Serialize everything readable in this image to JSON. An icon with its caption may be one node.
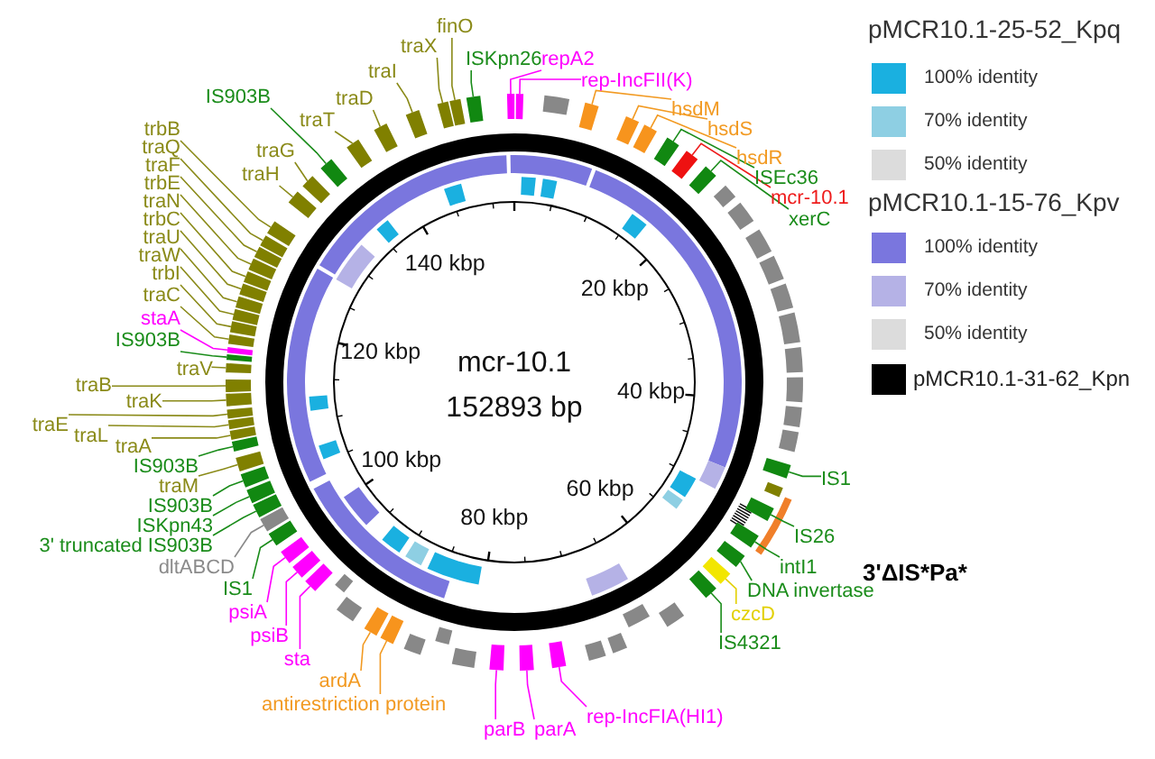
{
  "diagram": {
    "nodes": [
      {
        "text": [
          "finO"
        ]
      },
      {
        "text": [
          "traX"
        ]
      },
      {
        "text": [
          "ISKpn26"
        ]
      },
      {
        "text": [
          "repA2"
        ]
      },
      {
        "text": [
          "rep-IncFII(K)"
        ]
      },
      {
        "text": [
          "hsdM"
        ]
      },
      {
        "text": [
          "hsdS"
        ]
      },
      {
        "text": [
          "hsdR"
        ]
      },
      {
        "text": [
          "ISEc36"
        ]
      },
      {
        "text": [
          "mcr-10.1"
        ]
      },
      {
        "text": [
          "xerC"
        ]
      },
      {
        "text": [
          "IS1"
        ]
      },
      {
        "text": [
          "IS26"
        ]
      },
      {
        "text": [
          "intI1"
        ]
      },
      {
        "text": [
          "DNA invertase"
        ]
      },
      {
        "text": [
          "czcD"
        ]
      },
      {
        "text": [
          "IS4321"
        ]
      },
      {
        "text": [
          "rep-IncFIA(HI1)"
        ]
      },
      {
        "text": [
          "parA"
        ]
      },
      {
        "text": [
          "parB"
        ]
      },
      {
        "text": [
          "antirestriction protein"
        ]
      },
      {
        "text": [
          "ardA"
        ]
      },
      {
        "text": [
          "sta"
        ]
      },
      {
        "text": [
          "psiB"
        ]
      },
      {
        "text": [
          "psiA"
        ]
      },
      {
        "text": [
          "IS1"
        ]
      },
      {
        "text": [
          "dltABCD"
        ]
      },
      {
        "text": [
          "3' truncated IS903B"
        ]
      },
      {
        "text": [
          "ISKpn43"
        ]
      },
      {
        "text": [
          "IS903B"
        ]
      },
      {
        "text": [
          "traM"
        ]
      },
      {
        "text": [
          "IS903B"
        ]
      },
      {
        "text": [
          "traA"
        ]
      },
      {
        "text": [
          "traL"
        ]
      },
      {
        "text": [
          "traE"
        ]
      },
      {
        "text": [
          "traK"
        ]
      },
      {
        "text": [
          "traB"
        ]
      },
      {
        "text": [
          "traV"
        ]
      },
      {
        "text": [
          "IS903B"
        ]
      },
      {
        "text": [
          "staA"
        ]
      },
      {
        "text": [
          "traC"
        ]
      },
      {
        "text": [
          "trbI"
        ]
      },
      {
        "text": [
          "traW"
        ]
      },
      {
        "text": [
          "traU"
        ]
      },
      {
        "text": [
          "trbC"
        ]
      },
      {
        "text": [
          "traN"
        ]
      },
      {
        "text": [
          "trbE"
        ]
      },
      {
        "text": [
          "traF"
        ]
      },
      {
        "text": [
          "traQ"
        ]
      },
      {
        "text": [
          "trbB"
        ]
      },
      {
        "text": [
          "traH"
        ]
      },
      {
        "text": [
          "traG"
        ]
      },
      {
        "text": [
          "IS903B"
        ]
      },
      {
        "text": [
          "traT"
        ]
      },
      {
        "text": [
          "traD"
        ]
      },
      {
        "text": [
          "traI"
        ]
      },
      {
        "text": [],
        "shape": "bar"
      },
      {
        "text": [],
        "shape": "bar"
      },
      {
        "text": [],
        "shape": "bar"
      },
      {
        "text": [],
        "shape": "bar"
      },
      {
        "text": [],
        "shape": "bar"
      },
      {
        "text": [],
        "shape": "bar"
      },
      {
        "text": [],
        "shape": "bar"
      },
      {
        "text": [],
        "shape": "bar"
      },
      {
        "text": [],
        "shape": "bar"
      },
      {
        "text": [],
        "shape": "bar"
      },
      {
        "text": [],
        "shape": "bar"
      },
      {
        "text": [],
        "shape": "bar"
      },
      {
        "text": [],
        "shape": "bar"
      },
      {
        "text": [],
        "shape": "bar"
      },
      {
        "text": [],
        "shape": "bar"
      },
      {
        "text": [],
        "shape": "bar"
      },
      {
        "text": [],
        "shape": "bar"
      },
      {
        "text": [],
        "shape": "bar"
      },
      {
        "text": [],
        "shape": "bar"
      },
      {
        "text": [],
        "shape": "bar"
      },
      {
        "text": [],
        "shape": "bar"
      },
      {
        "text": [],
        "shape": "bar"
      },
      {
        "text": [],
        "shape": "bar"
      },
      {
        "text": [],
        "shape": "bar"
      },
      {
        "text": [],
        "shape": "bar"
      },
      {
        "text": [],
        "shape": "bar"
      },
      {
        "text": [],
        "shape": "bar"
      },
      {
        "text": [],
        "shape": "bar"
      },
      {
        "text": [],
        "shape": "bar"
      },
      {
        "text": [],
        "shape": "bar"
      },
      {
        "text": [],
        "shape": "bar"
      },
      {
        "text": [],
        "shape": "bar"
      },
      {
        "text": [],
        "shape": "bar"
      },
      {
        "text": [],
        "shape": "bar"
      },
      {
        "text": [],
        "shape": "bar"
      },
      {
        "text": [],
        "shape": "bar"
      },
      {
        "text": [],
        "shape": "bar"
      },
      {
        "text": [],
        "shape": "bar"
      },
      {
        "text": [],
        "shape": "bar"
      },
      {
        "text": [],
        "shape": "bar"
      },
      {
        "text": [],
        "shape": "bar"
      },
      {
        "text": [],
        "shape": "bar"
      },
      {
        "text": [],
        "shape": "bar"
      },
      {
        "text": [],
        "shape": "bar"
      },
      {
        "text": [],
        "shape": "bar"
      },
      {
        "text": [],
        "shape": "bar"
      },
      {
        "text": [],
        "shape": "bar"
      },
      {
        "text": [],
        "shape": "bar"
      },
      {
        "text": [],
        "shape": "bar"
      },
      {
        "text": [],
        "shape": "bar"
      },
      {
        "text": [],
        "shape": "bar"
      },
      {
        "text": [],
        "shape": "bar"
      },
      {
        "text": [],
        "shape": "bar"
      },
      {
        "text": [],
        "shape": "bar"
      },
      {
        "text": [],
        "shape": "bar"
      },
      {
        "text": [],
        "shape": "bar"
      },
      {
        "text": [],
        "shape": "bar"
      },
      {
        "text": [],
        "shape": "bar"
      },
      {
        "text": [],
        "shape": "bar"
      },
      {
        "text": [],
        "shape": "bar"
      },
      {
        "text": [],
        "shape": "bar"
      },
      {
        "text": [],
        "shape": "bar"
      },
      {
        "text": [],
        "shape": "bar"
      },
      {
        "text": [],
        "shape": "bar"
      },
      {
        "text": [],
        "shape": "bar"
      },
      {
        "text": [],
        "shape": "bar"
      },
      {
        "text": [],
        "shape": "bar"
      },
      {
        "text": [],
        "shape": "bar"
      },
      {
        "text": [],
        "shape": "bar"
      },
      {
        "text": [],
        "shape": "bar"
      },
      {
        "text": [],
        "shape": "bar"
      },
      {
        "text": [],
        "shape": "bar"
      },
      {
        "text": [],
        "shape": "bar"
      },
      {
        "text": [],
        "shape": "bar"
      },
      {
        "text": [],
        "shape": "bar"
      },
      {
        "text": [],
        "shape": "bar"
      },
      {
        "text": [],
        "shape": "bar"
      }
    ],
    "edges": [
      {
        "from": 0,
        "to": 56,
        "arrow": "none"
      },
      {
        "from": 1,
        "to": 57,
        "arrow": "none"
      },
      {
        "from": 2,
        "to": 58,
        "arrow": "none",
        "color": "#1a8c1a"
      },
      {
        "from": 3,
        "to": 59,
        "arrow": "none",
        "color": "#ff00ff"
      },
      {
        "from": 4,
        "to": 60,
        "arrow": "none",
        "color": "#ff00ff"
      },
      {
        "from": 5,
        "to": 61,
        "arrow": "none",
        "color": "#f29a22"
      },
      {
        "from": 6,
        "to": 62,
        "arrow": "none",
        "color": "#f29a22"
      },
      {
        "from": 7,
        "to": 63,
        "arrow": "none",
        "color": "#f29a22"
      },
      {
        "from": 8,
        "to": 64,
        "arrow": "none",
        "color": "#1a8c1a"
      },
      {
        "from": 9,
        "to": 65,
        "arrow": "none",
        "color": "#ee1c1c"
      },
      {
        "from": 10,
        "to": 66,
        "arrow": "none",
        "color": "#1a8c1a"
      },
      {
        "from": 11,
        "to": 67,
        "arrow": "none",
        "color": "#1a8c1a"
      },
      {
        "from": 12,
        "to": 68,
        "arrow": "none",
        "color": "#1a8c1a"
      },
      {
        "from": 13,
        "to": 69,
        "arrow": "none",
        "color": "#1a8c1a"
      },
      {
        "from": 14,
        "to": 70,
        "arrow": "none",
        "color": "#1a8c1a"
      },
      {
        "from": 15,
        "to": 71,
        "arrow": "none",
        "color": "#e2d000"
      },
      {
        "from": 16,
        "to": 72,
        "arrow": "none",
        "color": "#1a8c1a"
      },
      {
        "from": 17,
        "to": 73,
        "arrow": "none",
        "color": "#ff00ff"
      },
      {
        "from": 18,
        "to": 74,
        "arrow": "none",
        "color": "#ff00ff"
      },
      {
        "from": 19,
        "to": 75,
        "arrow": "none",
        "color": "#ff00ff"
      },
      {
        "from": 20,
        "to": 76,
        "arrow": "none",
        "color": "#f29a22"
      },
      {
        "from": 21,
        "to": 77,
        "arrow": "none",
        "color": "#f29a22"
      },
      {
        "from": 22,
        "to": 78,
        "arrow": "none",
        "color": "#ff00ff"
      },
      {
        "from": 23,
        "to": 79,
        "arrow": "none",
        "color": "#ff00ff"
      },
      {
        "from": 24,
        "to": 80,
        "arrow": "none",
        "color": "#ff00ff"
      },
      {
        "from": 25,
        "to": 81,
        "arrow": "none",
        "color": "#1a8c1a"
      },
      {
        "from": 26,
        "to": 82,
        "arrow": "none",
        "color": "#8a8a8a"
      },
      {
        "from": 27,
        "to": 83,
        "arrow": "none",
        "color": "#1a8c1a"
      },
      {
        "from": 28,
        "to": 84,
        "arrow": "none",
        "color": "#1a8c1a"
      },
      {
        "from": 29,
        "to": 85,
        "arrow": "none",
        "color": "#1a8c1a"
      },
      {
        "from": 30,
        "to": 86,
        "arrow": "none"
      },
      {
        "from": 31,
        "to": 87,
        "arrow": "none",
        "color": "#1a8c1a"
      },
      {
        "from": 32,
        "to": 88,
        "arrow": "none"
      },
      {
        "from": 33,
        "to": 89,
        "arrow": "none"
      },
      {
        "from": 34,
        "to": 90,
        "arrow": "none"
      },
      {
        "from": 35,
        "to": 91,
        "arrow": "none"
      },
      {
        "from": 36,
        "to": 92,
        "arrow": "none"
      },
      {
        "from": 37,
        "to": 93,
        "arrow": "none"
      },
      {
        "from": 38,
        "to": 94,
        "arrow": "none",
        "color": "#1a8c1a"
      },
      {
        "from": 39,
        "to": 95,
        "arrow": "none",
        "color": "#ff00ff"
      },
      {
        "from": 40,
        "to": 96,
        "arrow": "none"
      },
      {
        "from": 41,
        "to": 97,
        "arrow": "none"
      },
      {
        "from": 42,
        "to": 98,
        "arrow": "none"
      },
      {
        "from": 43,
        "to": 99,
        "arrow": "none"
      },
      {
        "from": 44,
        "to": 100,
        "arrow": "none"
      },
      {
        "from": 45,
        "to": 101,
        "arrow": "none"
      },
      {
        "from": 46,
        "to": 102,
        "arrow": "none"
      },
      {
        "from": 47,
        "to": 103,
        "arrow": "none"
      },
      {
        "from": 48,
        "to": 104,
        "arrow": "none"
      },
      {
        "from": 49,
        "to": 105,
        "arrow": "none"
      },
      {
        "from": 50,
        "to": 106,
        "arrow": "none"
      },
      {
        "from": 51,
        "to": 107,
        "arrow": "none"
      },
      {
        "from": 52,
        "to": 108,
        "arrow": "none",
        "color": "#1a8c1a"
      },
      {
        "from": 53,
        "to": 109,
        "arrow": "none"
      },
      {
        "from": 54,
        "to": 110,
        "arrow": "none"
      },
      {
        "from": 55,
        "to": 111,
        "arrow": "none"
      }
    ],
    "labels": [
      "pMCR10.1-25-52_Kpq",
      "pMCR10.1-15-76_Kpv",
      "mcr-10.1",
      "152893 bp",
      "20 kbp",
      "40 kbp",
      "60 kbp",
      "80 kbp",
      "100 kbp",
      "120 kbp",
      "140 kbp",
      "3'ΔIS*Pa*"
    ],
    "legend": [
      {
        "text": "100% identity",
        "color": "#1ab0e0"
      },
      {
        "text": "70% identity",
        "color": "#8ecfe3"
      },
      {
        "text": "50% identity",
        "color": "#dcdcdc"
      },
      {
        "text": "100% identity",
        "color": "#7a76de"
      },
      {
        "text": "70% identity",
        "color": "#b5b2e6"
      },
      {
        "text": "50% identity",
        "color": "#dcdcdc"
      },
      {
        "text": "pMCR10.1-31-62_Kpn",
        "color": "#000000"
      }
    ]
  }
}
